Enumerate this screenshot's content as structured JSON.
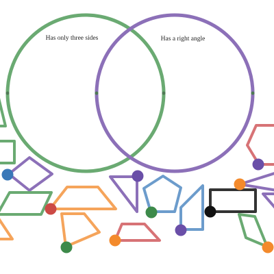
{
  "venn": {
    "left_label": "Has only three sides",
    "right_label": "Has a right angle",
    "left_color": "#6aaa72",
    "right_color": "#8c70b8",
    "circle_edge_dot": "#4f7a55"
  },
  "palette": {
    "green": "#6aaa72",
    "purple": "#8c70b8",
    "blue": "#6c9ccc",
    "orange": "#f5a45b",
    "red": "#d77376",
    "black": "#333333",
    "handle_blue": "#3a78b8",
    "handle_purple": "#6a4fa8",
    "handle_red": "#cc4a45",
    "handle_green": "#3d8a4a",
    "handle_orange": "#f38a2c",
    "handle_black": "#111111"
  },
  "shapes": [
    {
      "name": "green-triangle-left-edge",
      "shape": "triangle",
      "color": "green"
    },
    {
      "name": "green-rectangle-left-edge",
      "shape": "rectangle",
      "color": "green"
    },
    {
      "name": "purple-rhombus",
      "shape": "rhombus",
      "color": "purple",
      "handle": "handle_blue"
    },
    {
      "name": "green-parallelogram",
      "shape": "parallelogram",
      "color": "green"
    },
    {
      "name": "orange-trapezoid",
      "shape": "trapezoid",
      "color": "orange",
      "handle": "handle_red"
    },
    {
      "name": "orange-quadrilateral",
      "shape": "quadrilateral",
      "color": "orange",
      "handle": "handle_green"
    },
    {
      "name": "orange-triangle-left-edge",
      "shape": "triangle",
      "color": "orange"
    },
    {
      "name": "purple-right-triangle",
      "shape": "right-triangle",
      "color": "purple",
      "handle": "handle_purple"
    },
    {
      "name": "red-trapezoid",
      "shape": "trapezoid",
      "color": "red",
      "handle": "handle_orange"
    },
    {
      "name": "blue-pentagon",
      "shape": "pentagon",
      "color": "blue",
      "handle": "handle_green"
    },
    {
      "name": "blue-quadrilateral",
      "shape": "quadrilateral",
      "color": "blue",
      "handle": "handle_purple"
    },
    {
      "name": "black-rectangle",
      "shape": "rectangle",
      "color": "black",
      "handle": "handle_black"
    },
    {
      "name": "purple-triangle-right-edge",
      "shape": "triangle",
      "color": "purple",
      "handle": "handle_orange"
    },
    {
      "name": "red-hexagon",
      "shape": "hexagon",
      "color": "red",
      "handle": "handle_purple"
    },
    {
      "name": "green-kite",
      "shape": "quadrilateral",
      "color": "green",
      "handle": "handle_orange"
    },
    {
      "name": "purple-partial-right-edge",
      "shape": "triangle",
      "color": "purple"
    }
  ]
}
